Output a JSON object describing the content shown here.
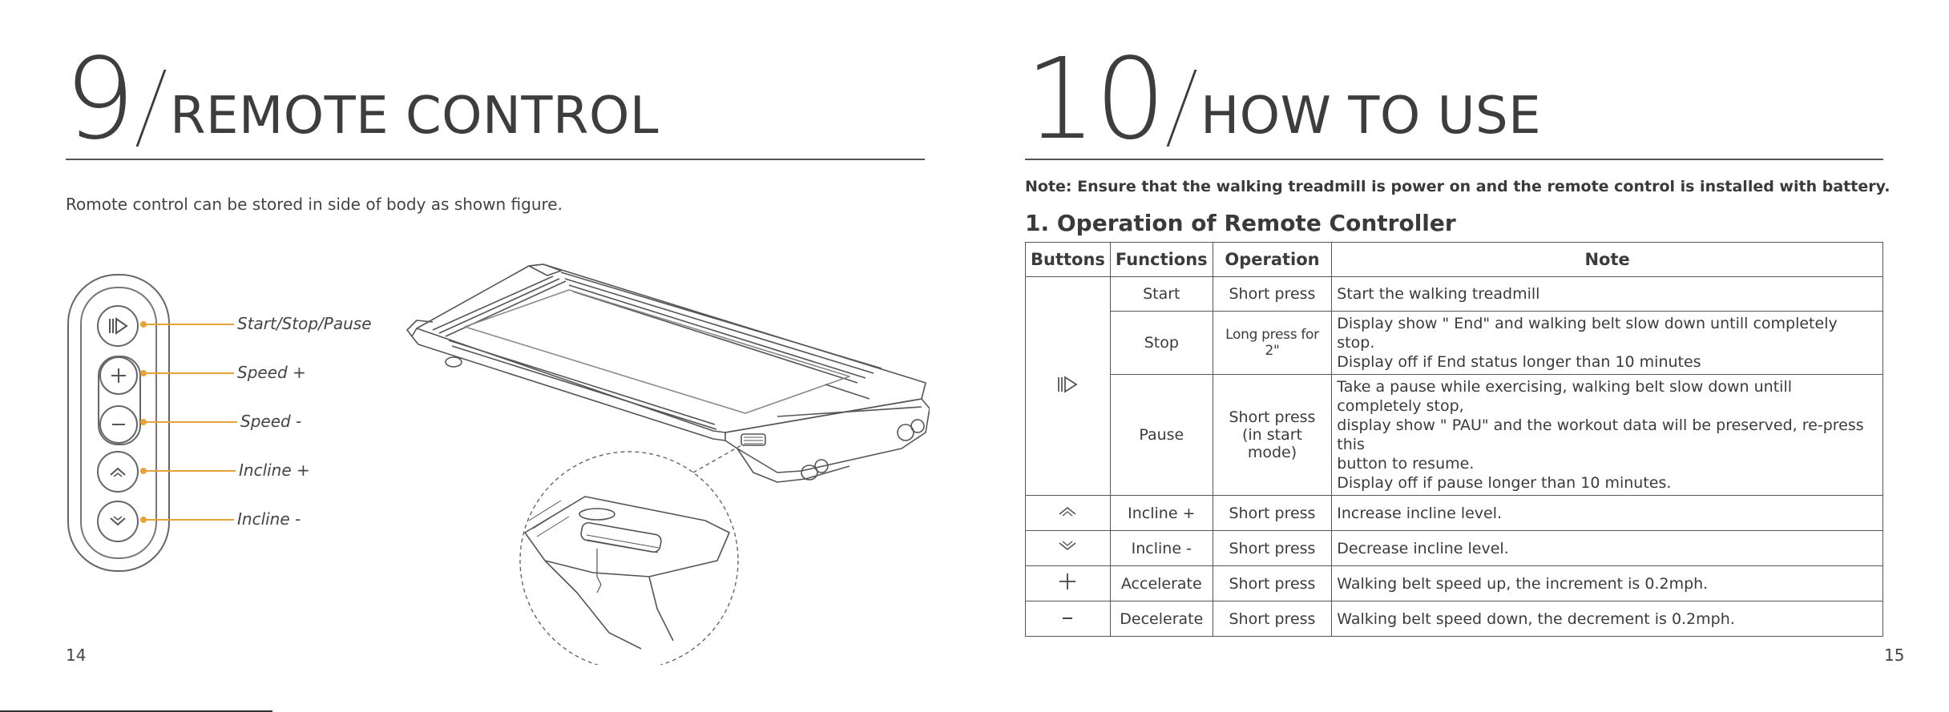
{
  "left_page": {
    "section_number": "9",
    "section_title": "REMOTE CONTROL",
    "intro_text": "Romote control can be stored in side of body as shown figure.",
    "remote_buttons": [
      {
        "icon": "start-pause-icon",
        "label": "Start/Stop/Pause"
      },
      {
        "icon": "plus-icon",
        "label": "Speed +"
      },
      {
        "icon": "minus-icon",
        "label": "Speed -"
      },
      {
        "icon": "chevron-up-icon",
        "label": "Incline +"
      },
      {
        "icon": "chevron-down-icon",
        "label": "Incline -"
      }
    ],
    "page_number": "14"
  },
  "right_page": {
    "section_number": "10",
    "section_title": "HOW TO USE",
    "note": "Note: Ensure that the walking treadmill is power on and the remote control is installed with battery.",
    "subheading": "1. Operation of Remote Controller",
    "table": {
      "headers": [
        "Buttons",
        "Functions",
        "Operation",
        "Note"
      ],
      "start_pause_group": [
        {
          "function": "Start",
          "operation": [
            "Short press"
          ],
          "note": [
            "Start the walking treadmill"
          ]
        },
        {
          "function": "Stop",
          "operation": [
            "Long press for 2\""
          ],
          "note": [
            "Display show \" End\" and walking belt slow down untill completely stop.",
            "Display off if End status longer than 10 minutes"
          ]
        },
        {
          "function": "Pause",
          "operation": [
            "Short press",
            "(in start mode)"
          ],
          "note": [
            "Take a pause while exercising, walking belt slow down untill completely stop,",
            "display show \" PAU\" and the workout data will be preserved, re-press this",
            "button to resume.",
            "Display off if pause longer than 10 minutes."
          ]
        }
      ],
      "other_rows": [
        {
          "icon": "chevron-up-icon",
          "glyph": "︿",
          "function": "Incline +",
          "operation": "Short press",
          "note": "Increase incline level."
        },
        {
          "icon": "chevron-down-icon",
          "glyph": "﹀",
          "function": "Incline -",
          "operation": "Short press",
          "note": "Decrease incline level."
        },
        {
          "icon": "plus-icon",
          "glyph": "+",
          "function": "Accelerate",
          "operation": "Short press",
          "note": "Walking belt speed up, the increment is 0.2mph."
        },
        {
          "icon": "minus-icon",
          "glyph": "−",
          "function": "Decelerate",
          "operation": "Short press",
          "note": "Walking belt speed down, the decrement is 0.2mph."
        }
      ]
    },
    "page_number": "15"
  },
  "colors": {
    "accent": "#e5a33a",
    "text": "#3b3b3b",
    "line": "#555555"
  }
}
